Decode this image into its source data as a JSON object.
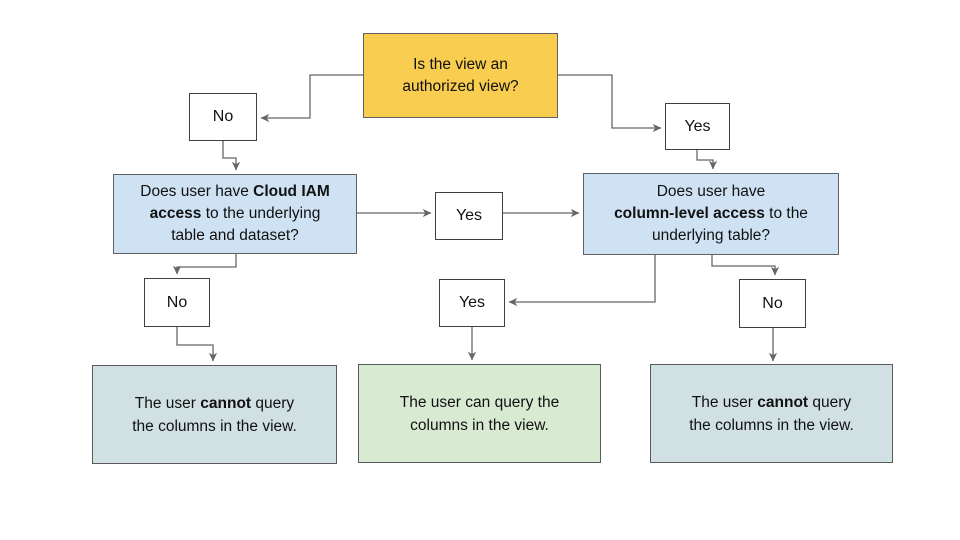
{
  "diagram": {
    "background": "#FFFFFF",
    "connector_color": "#666666",
    "text_color": "#111111",
    "nodes": {
      "authorized_question": {
        "line1": "Is the view an",
        "line2": "authorized view?",
        "fill": "#F9CD4F"
      },
      "no_from_authorized": {
        "label": "No",
        "fill": "#FFFFFF"
      },
      "yes_from_authorized": {
        "label": "Yes",
        "fill": "#FFFFFF"
      },
      "iam_question": {
        "line1_pre": "Does user have ",
        "line1_bold": "Cloud IAM",
        "line2_bold": "access",
        "line2_rest": " to the underlying",
        "line3": "table and dataset?",
        "fill": "#CFE2F3"
      },
      "yes_iam_access": {
        "label": "Yes",
        "fill": "#FFFFFF"
      },
      "column_question": {
        "line1": "Does user have",
        "line2_bold": "column-level access",
        "line2_rest": " to the",
        "line3": "underlying table?",
        "fill": "#CFE2F3"
      },
      "no_iam_access": {
        "label": "No",
        "fill": "#FFFFFF"
      },
      "yes_column_access": {
        "label": "Yes",
        "fill": "#FFFFFF"
      },
      "no_column_access": {
        "label": "No",
        "fill": "#FFFFFF"
      },
      "result_cannot_left": {
        "line1_pre": "The user ",
        "line1_bold": "cannot",
        "line1_post": " query",
        "line2": "the columns in the view.",
        "fill": "#D0E0E3"
      },
      "result_can": {
        "line1": "The user can query the",
        "line2": "columns in the view.",
        "fill": "#D9EAD3"
      },
      "result_cannot_right": {
        "line1_pre": "The user ",
        "line1_bold": "cannot",
        "line1_post": " query",
        "line2": "the columns in the view.",
        "fill": "#D0E0E3"
      }
    }
  }
}
